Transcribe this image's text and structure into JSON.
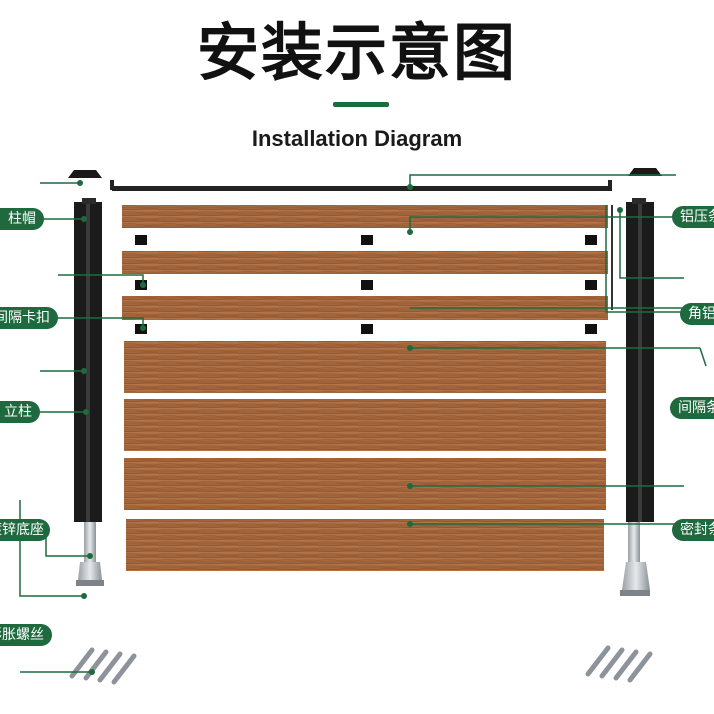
{
  "title_cn": "安装示意图",
  "title_en": "Installation Diagram",
  "callouts": {
    "post_cap": "柱帽",
    "spacer_clip": "间隔卡扣",
    "post": "立柱",
    "galvanized_base": "镀锌底座",
    "expansion_bolt": "彩胀螺丝",
    "aluminum_top": "铝压条",
    "corner_aluminum": "角铝",
    "spacer_strip": "间隔条",
    "seal_strip": "密封条"
  },
  "colors": {
    "accent": "#1e6a3e",
    "wood": "#a8683a",
    "post": "#1a1a1a"
  }
}
